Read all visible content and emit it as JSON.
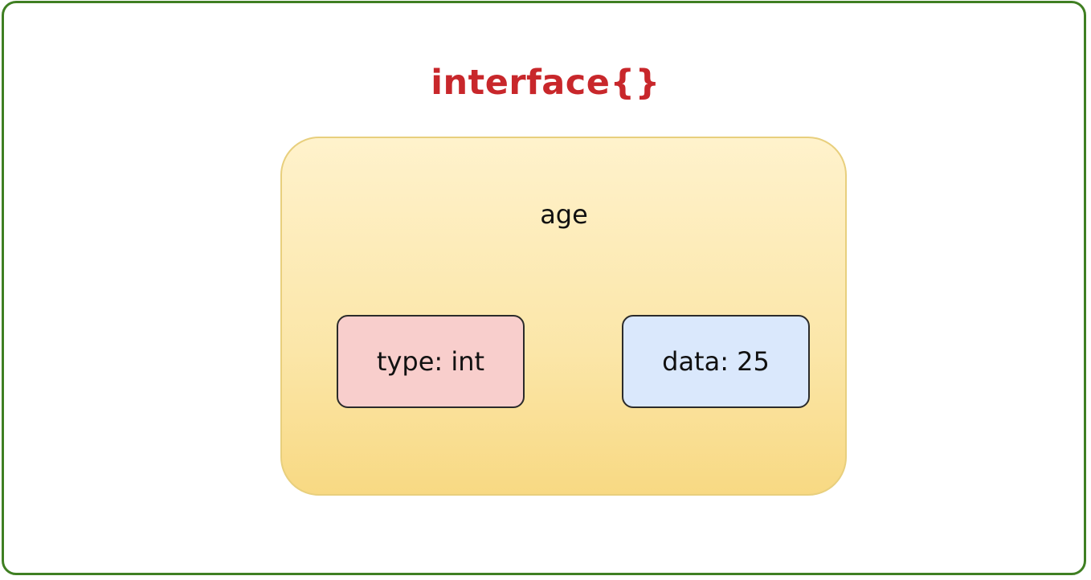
{
  "diagram": {
    "title": "interface{}",
    "container": {
      "label": "age",
      "fill_top": "#fff2cc",
      "fill_bottom": "#f8d983",
      "stroke": "#e8cf7d"
    },
    "fields": [
      {
        "label": "type: int",
        "fill": "#f8cecc"
      },
      {
        "label": "data: 25",
        "fill": "#dae8fc"
      }
    ],
    "colors": {
      "frame_border": "#3f7f22",
      "title": "#c8272b"
    }
  }
}
